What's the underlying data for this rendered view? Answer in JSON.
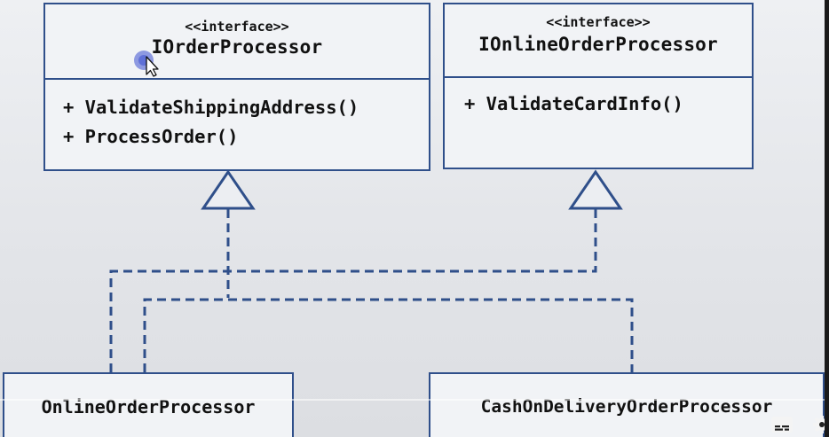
{
  "interfaces": [
    {
      "stereotype": "<<interface>>",
      "name": "IOrderProcessor",
      "methods": [
        "+ ValidateShippingAddress()",
        "+ ProcessOrder()"
      ]
    },
    {
      "stereotype": "<<interface>>",
      "name": "IOnlineOrderProcessor",
      "methods": [
        "+ ValidateCardInfo()"
      ]
    }
  ],
  "classes": [
    {
      "name": "OnlineOrderProcessor"
    },
    {
      "name": "CashOnDeliveryOrderProcessor"
    }
  ],
  "relationships": [
    {
      "from": "OnlineOrderProcessor",
      "to": "IOrderProcessor",
      "type": "realization"
    },
    {
      "from": "OnlineOrderProcessor",
      "to": "IOnlineOrderProcessor",
      "type": "realization"
    },
    {
      "from": "CashOnDeliveryOrderProcessor",
      "to": "IOrderProcessor",
      "type": "realization"
    }
  ],
  "colors": {
    "line": "#2f4f8a",
    "box_fill": "#f1f3f6",
    "text": "#111111",
    "cursor_highlight": "#3a4fd0"
  },
  "player_controls": {
    "icons": [
      "captions-icon",
      "settings-gear-icon"
    ]
  }
}
